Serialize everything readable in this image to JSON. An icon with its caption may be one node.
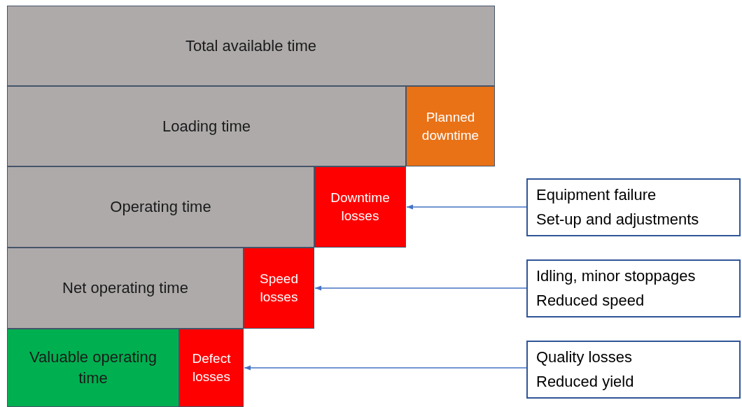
{
  "diagram": {
    "nodes": [
      {
        "text": [
          "Total available time"
        ]
      },
      {
        "text": [
          "Loading time"
        ]
      },
      {
        "text": [
          "Planned downtime"
        ]
      },
      {
        "text": [
          "Operating time"
        ]
      },
      {
        "text": [
          "Downtime losses"
        ]
      },
      {
        "text": [
          "Net operating time"
        ]
      },
      {
        "text": [
          "Speed losses"
        ]
      },
      {
        "text": [
          "Valuable operating time"
        ]
      },
      {
        "text": [
          "Defect losses"
        ]
      },
      {
        "text": [
          "Equipment failure",
          "Set-up and adjustments"
        ]
      },
      {
        "text": [
          "Idling, minor stoppages",
          "Reduced speed"
        ]
      },
      {
        "text": [
          "Quality losses",
          "Reduced yield"
        ]
      }
    ],
    "edges": [
      {
        "from": 9,
        "to": 4,
        "arrow": "to"
      },
      {
        "from": 10,
        "to": 6,
        "arrow": "to"
      },
      {
        "from": 11,
        "to": 8,
        "arrow": "to"
      }
    ]
  }
}
